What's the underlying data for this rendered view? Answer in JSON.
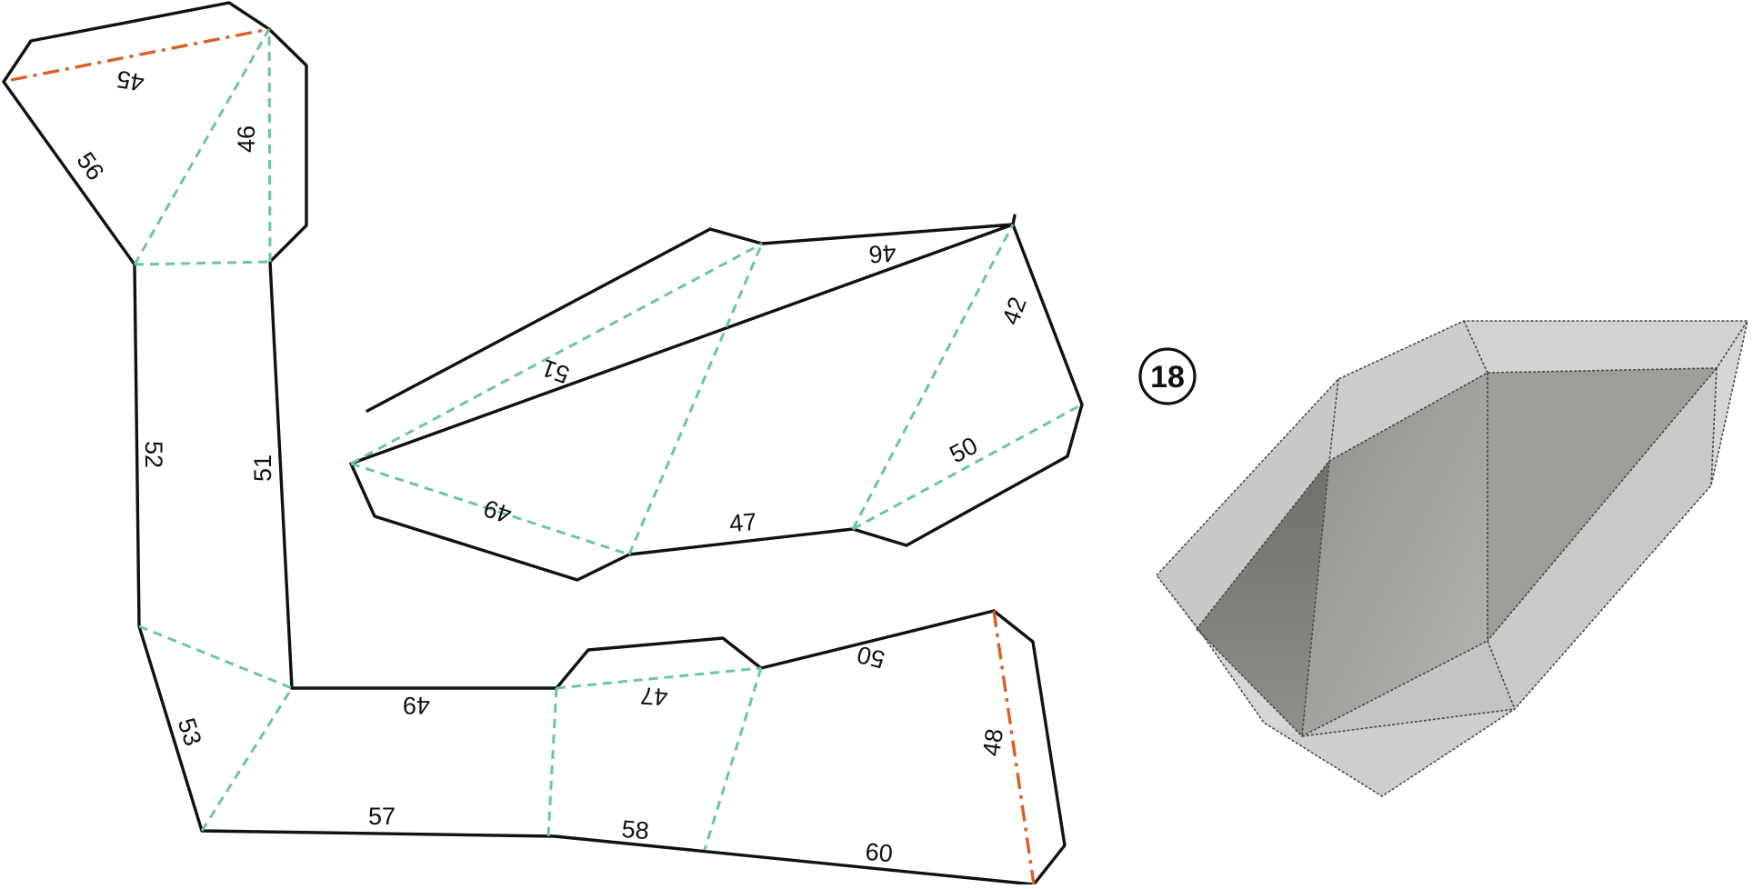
{
  "step": {
    "number": "18"
  },
  "legend_colors": {
    "cut": "#111111",
    "fold": "#6cc3a8",
    "glue": "#d95f24"
  },
  "net_a": {
    "labels": {
      "e45": "45",
      "e46": "46",
      "e56": "56",
      "e52": "52",
      "e51": "51",
      "e53": "53"
    }
  },
  "net_b": {
    "labels": {
      "e46": "46",
      "e42": "42",
      "e51": "51",
      "e49": "49",
      "e47": "47",
      "e50": "50"
    }
  },
  "net_c": {
    "labels": {
      "e49": "49",
      "e47": "47",
      "e50": "50",
      "e48": "48",
      "e57": "57",
      "e58": "58",
      "e60": "60"
    }
  },
  "model": {
    "icon": "translucent-polyhedron-render"
  }
}
